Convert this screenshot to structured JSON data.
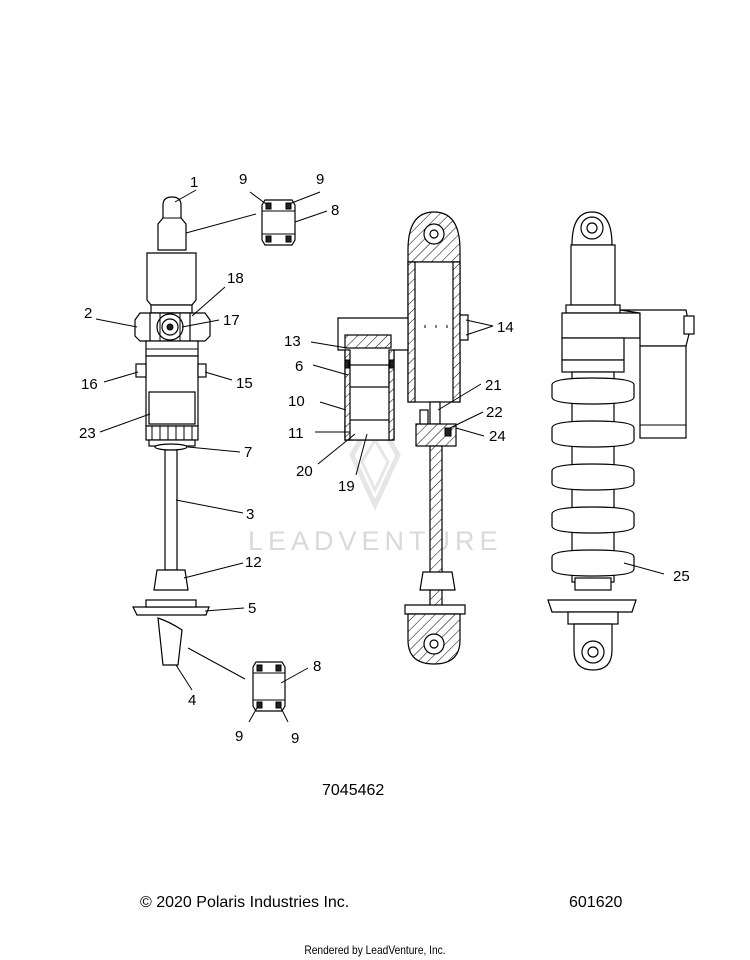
{
  "watermark": "LEADVENTURE",
  "part_number": "7045462",
  "copyright": "© 2020 Polaris Industries Inc.",
  "diagram_id": "601620",
  "rendered_by": "Rendered by LeadVenture, Inc.",
  "callouts": [
    "1",
    "9",
    "9",
    "8",
    "18",
    "2",
    "17",
    "16",
    "15",
    "23",
    "7",
    "3",
    "12",
    "5",
    "4",
    "8",
    "9",
    "9",
    "13",
    "6",
    "10",
    "11",
    "20",
    "19",
    "14",
    "21",
    "22",
    "24",
    "25"
  ]
}
